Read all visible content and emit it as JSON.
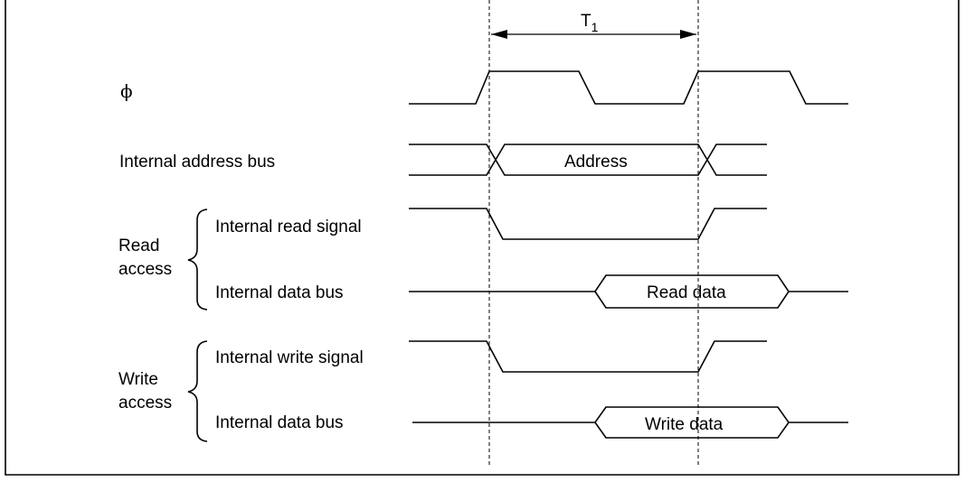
{
  "period_label": "T",
  "period_subscript": "1",
  "signals": {
    "clock": "ϕ",
    "address_bus": "Internal address bus",
    "read_signal": "Internal read signal",
    "read_data_bus": "Internal data bus",
    "write_signal": "Internal write signal",
    "write_data_bus": "Internal data bus"
  },
  "groups": {
    "read_line1": "Read",
    "read_line2": "access",
    "write_line1": "Write",
    "write_line2": "access"
  },
  "bus_values": {
    "address": "Address",
    "read_data": "Read data",
    "write_data": "Write data"
  }
}
